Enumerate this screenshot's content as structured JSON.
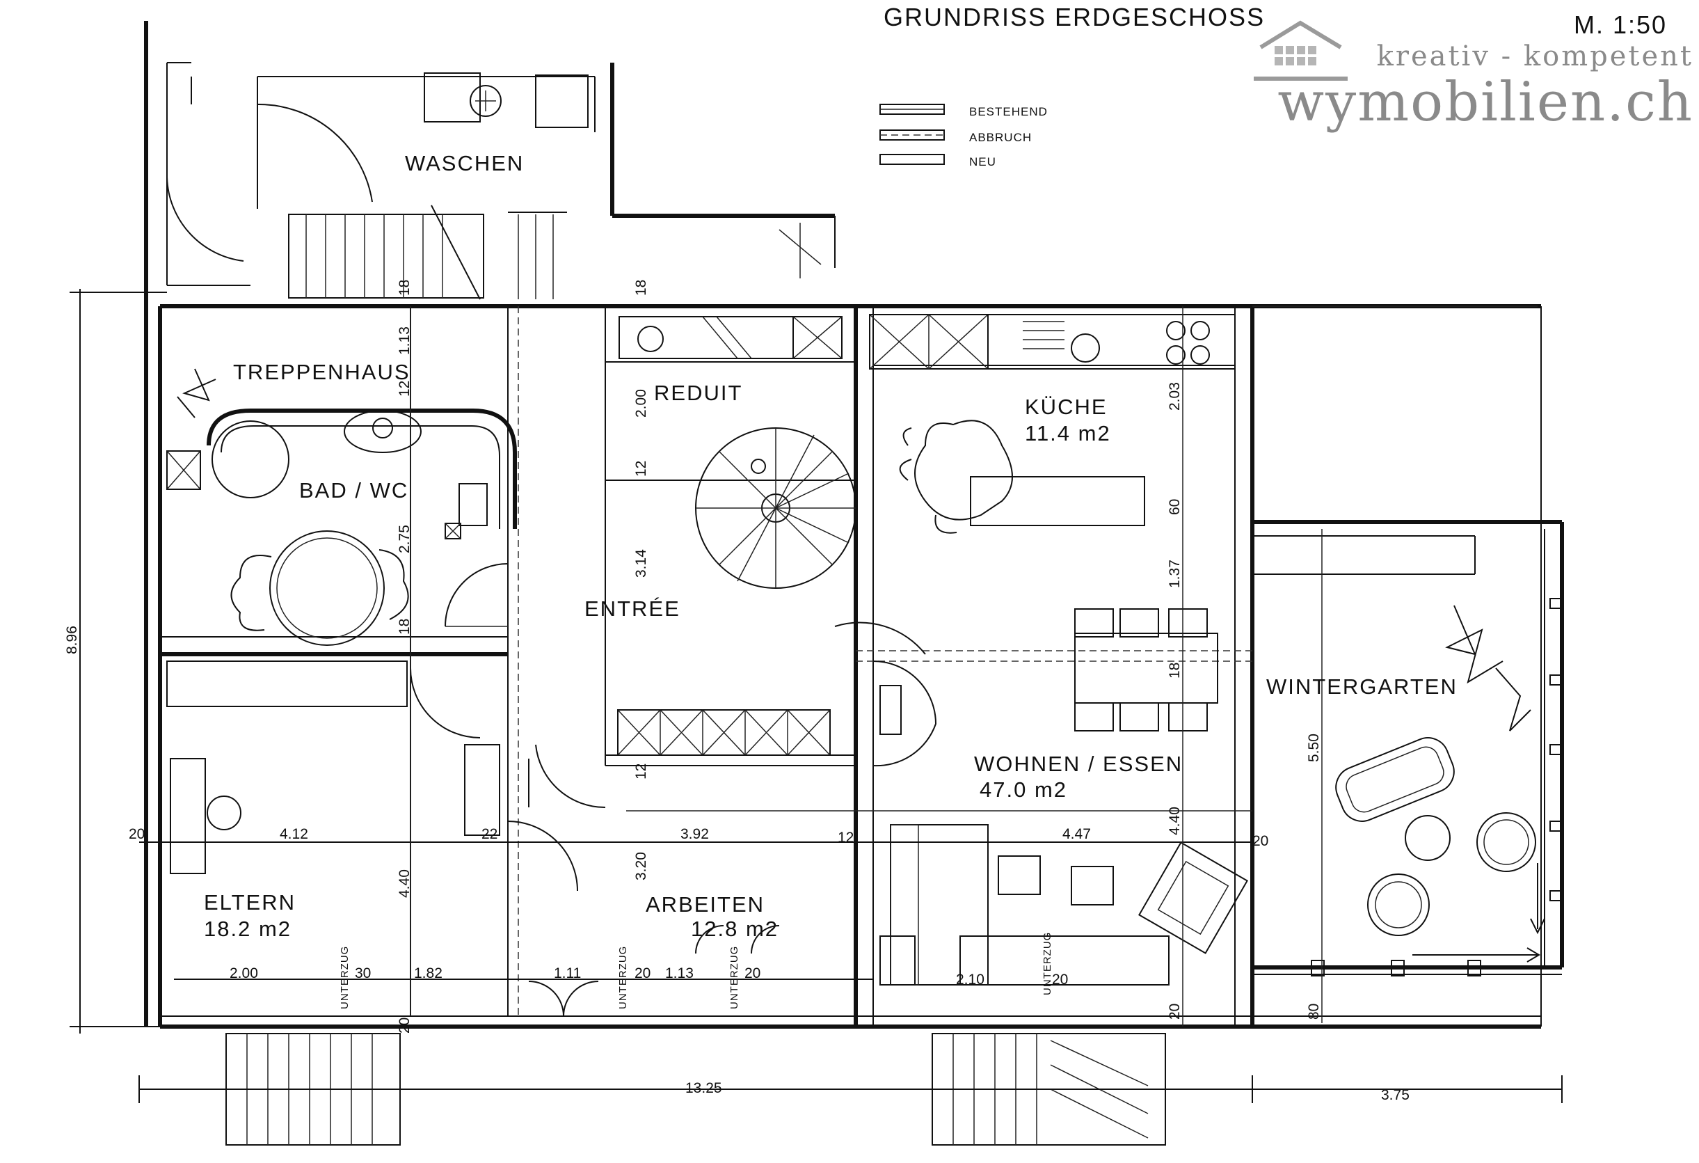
{
  "title": "GRUNDRISS ERDGESCHOSS",
  "scale": "M. 1:50",
  "brand": {
    "tagline": "kreativ - kompetent",
    "site": "wymobilien.ch"
  },
  "legend": [
    "BESTEHEND",
    "ABBRUCH",
    "NEU"
  ],
  "rooms": {
    "waschen": "WASCHEN",
    "treppenhaus": "TREPPENHAUS",
    "reduit": "REDUIT",
    "kueche": "KÜCHE",
    "kueche_area": "11.4 m2",
    "bad": "BAD / WC",
    "entree": "ENTRÉE",
    "wintergarten": "WINTERGARTEN",
    "wohnen": "WOHNEN / ESSEN",
    "wohnen_area": "47.0 m2",
    "eltern": "ELTERN",
    "eltern_area": "18.2 m2",
    "arbeiten": "ARBEITEN",
    "arbeiten_area": "12.8 m2"
  },
  "dims": {
    "d_896": "8.96",
    "d_18a": "18",
    "d_113": "1.13",
    "d_12a": "12",
    "d_275": "2.75",
    "d_18b": "18",
    "d_18c": "18",
    "d_200": "2.00",
    "d_12b": "12",
    "d_314": "3.14",
    "d_12c": "12",
    "d_203": "2.03",
    "d_60": "60",
    "d_137": "1.37",
    "d_18d": "18",
    "d_440a": "4.40",
    "d_20a": "20",
    "d_412": "4.12",
    "d_22": "22",
    "d_392": "3.92",
    "d_12d": "12",
    "d_447": "4.47",
    "d_20b": "20",
    "d_440b": "4.40",
    "d_320": "3.20",
    "d_550": "5.50",
    "d_200b": "2.00",
    "d_30": "30",
    "d_182": "1.82",
    "d_111": "1.11",
    "d_20c": "20",
    "d_113b": "1.13",
    "d_20d": "20",
    "d_210": "2.10",
    "d_20e": "20",
    "d_20f": "20",
    "d_20g": "20",
    "d_80": "80",
    "d_1325": "13.25",
    "d_375": "3.75",
    "uz1": "UNTERZUG",
    "uz2": "UNTERZUG",
    "uz3": "UNTERZUG",
    "uz4": "UNTERZUG"
  }
}
